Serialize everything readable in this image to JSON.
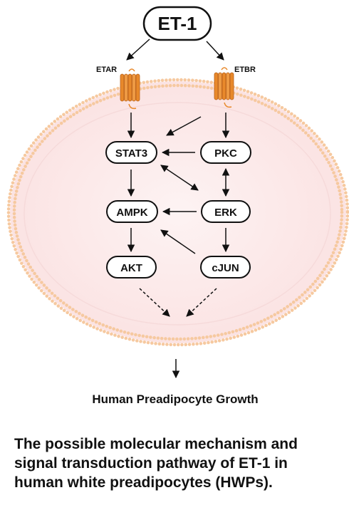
{
  "ligand": "ET-1",
  "receptors": {
    "left": "ETAR",
    "right": "ETBR"
  },
  "nodes": {
    "stat3": "STAT3",
    "pkc": "PKC",
    "ampk": "AMPK",
    "erk": "ERK",
    "akt": "AKT",
    "cjun": "cJUN"
  },
  "outcome": "Human Preadipocyte Growth",
  "caption": {
    "line1": "The possible molecular mechanism and",
    "line2": "signal transduction pathway of ET-1 in",
    "line3": "human white preadipocytes (HWPs)."
  },
  "colors": {
    "membrane": "#f6c9a0",
    "cell_fill": "#fdeeee",
    "receptor": "#e8892b",
    "ink": "#111111"
  }
}
